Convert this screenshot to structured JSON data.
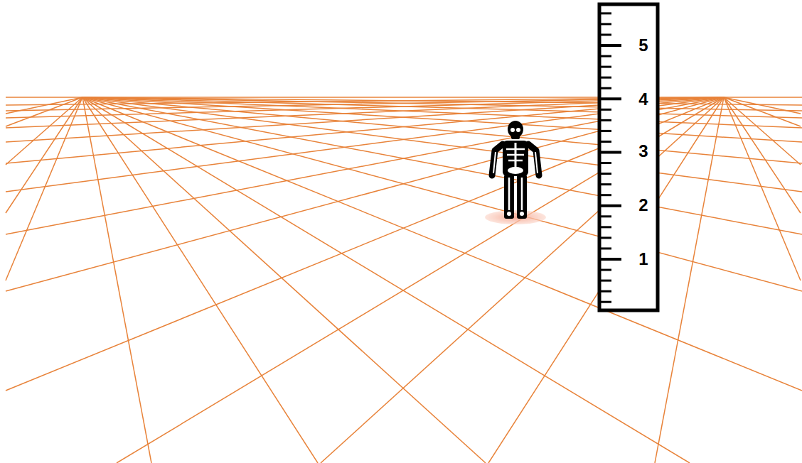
{
  "diagram": {
    "labels": [
      "5",
      "4",
      "3",
      "2",
      "1"
    ]
  }
}
